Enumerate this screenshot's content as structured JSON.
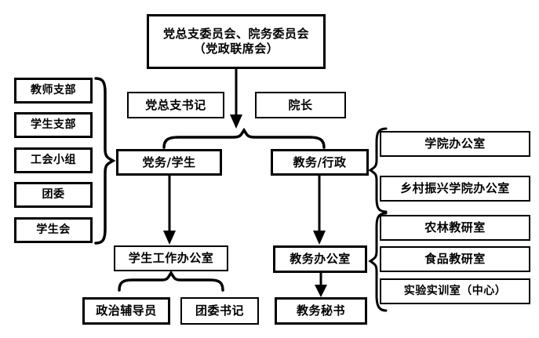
{
  "diagram": {
    "title_box": {
      "line1": "党总支委员会、院务委员会",
      "line2": "（党政联席会）"
    },
    "leaders": [
      {
        "label": "党总支书记"
      },
      {
        "label": "院长"
      }
    ],
    "left_group": {
      "brace": "right-curly-brace",
      "items": [
        {
          "label": "教师支部"
        },
        {
          "label": "学生支部"
        },
        {
          "label": "工会小组"
        },
        {
          "label": "团委"
        },
        {
          "label": "学生会"
        }
      ]
    },
    "branches": [
      {
        "label": "党务/学生"
      },
      {
        "label": "教务/行政"
      }
    ],
    "offices": [
      {
        "label": "学生工作办公室"
      },
      {
        "label": "教务办公室"
      }
    ],
    "staff": [
      {
        "label": "政治辅导员"
      },
      {
        "label": "团委书记"
      },
      {
        "label": "教务秘书"
      }
    ],
    "right_group_upper": {
      "brace": "left-curly-brace",
      "items": [
        {
          "label": "学院办公室"
        },
        {
          "label": "乡村振兴学院办公室"
        }
      ]
    },
    "right_group_lower": {
      "brace": "left-curly-brace",
      "items": [
        {
          "label": "农林教研室"
        },
        {
          "label": "食品教研室"
        },
        {
          "label": "实验实训室（中心）"
        }
      ]
    },
    "colors": {
      "stroke": "#000000",
      "fill": "#ffffff",
      "text": "#000000"
    }
  }
}
